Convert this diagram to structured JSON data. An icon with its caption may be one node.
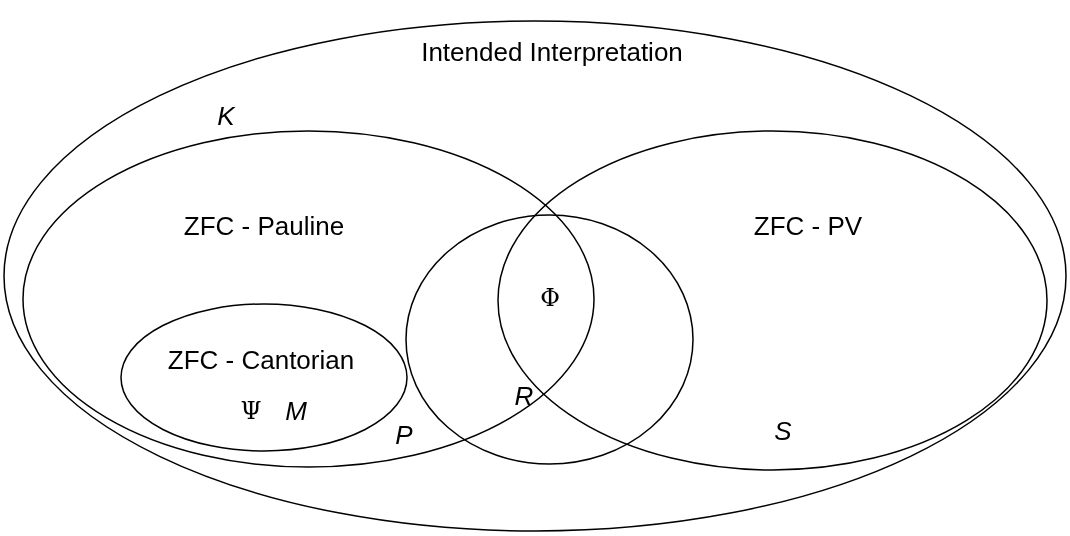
{
  "diagram": {
    "nodes": [
      {
        "text": [
          "Intended Interpretation"
        ]
      },
      {
        "text": [
          "ZFC - Pauline"
        ],
        "in": 0
      },
      {
        "text": [
          "ZFC - Cantorian"
        ],
        "in": 1
      },
      {
        "text": [
          "Φ"
        ],
        "in": 0
      },
      {
        "text": [
          "ZFC - PV"
        ],
        "in": 0
      }
    ],
    "edges": [],
    "labels": [
      "K",
      "Ψ",
      "M",
      "R",
      "P",
      "S"
    ]
  }
}
